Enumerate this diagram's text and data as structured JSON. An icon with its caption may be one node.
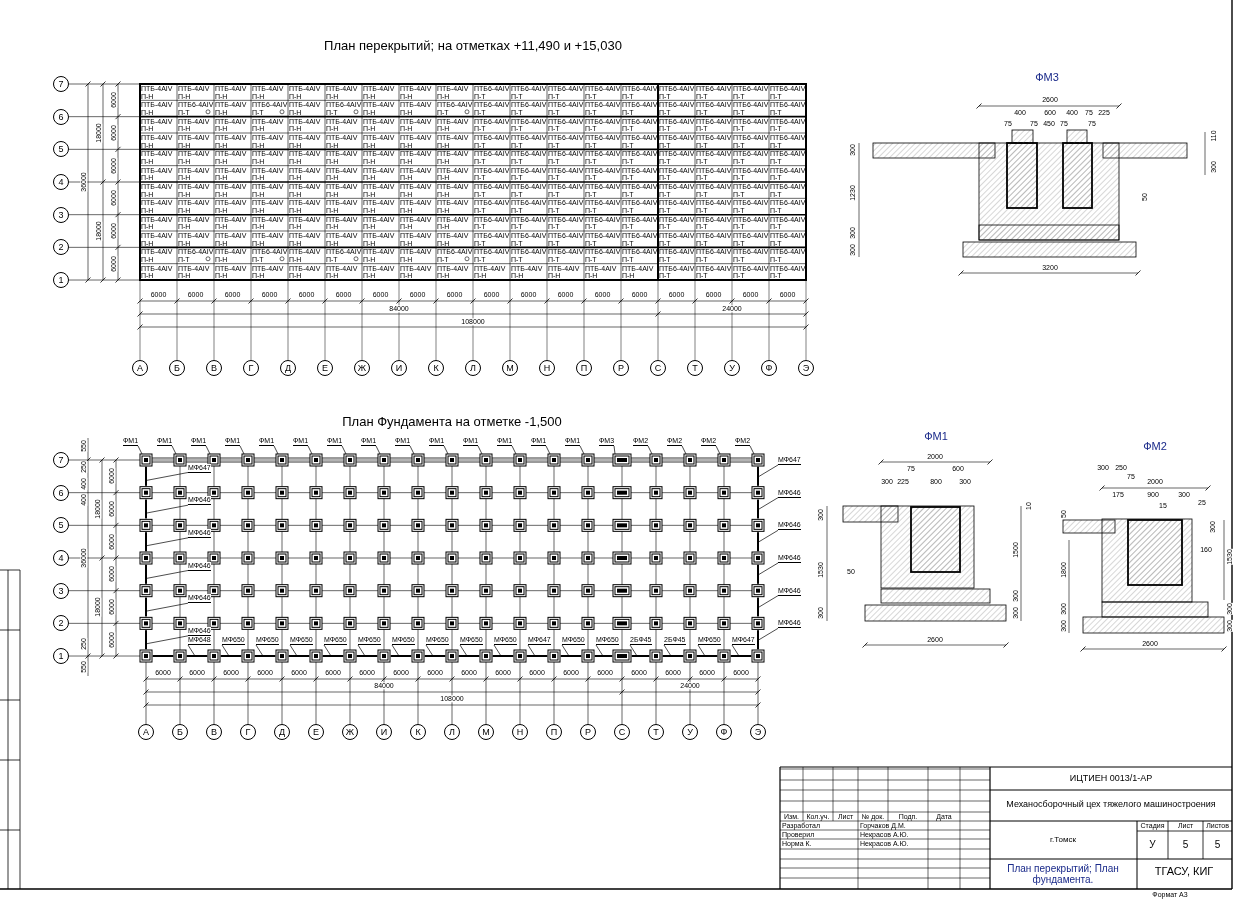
{
  "diagram": {
    "nodes": [
      {
        "text": [
          "7"
        ]
      },
      {
        "text": [
          "6"
        ]
      },
      {
        "text": [
          "5"
        ]
      },
      {
        "text": [
          "4"
        ]
      },
      {
        "text": [
          "3"
        ]
      },
      {
        "text": [
          "2"
        ]
      },
      {
        "text": [
          "1"
        ]
      },
      {
        "text": [
          "А"
        ]
      },
      {
        "text": [
          "Б"
        ]
      },
      {
        "text": [
          "В"
        ]
      },
      {
        "text": [
          "Г"
        ]
      },
      {
        "text": [
          "Д"
        ]
      },
      {
        "text": [
          "Е"
        ]
      },
      {
        "text": [
          "Ж"
        ]
      },
      {
        "text": [
          "И"
        ]
      },
      {
        "text": [
          "К"
        ]
      },
      {
        "text": [
          "Л"
        ]
      },
      {
        "text": [
          "М"
        ]
      },
      {
        "text": [
          "Н"
        ]
      },
      {
        "text": [
          "П"
        ]
      },
      {
        "text": [
          "Р"
        ]
      },
      {
        "text": [
          "С"
        ]
      },
      {
        "text": [
          "Т"
        ]
      },
      {
        "text": [
          "У"
        ]
      },
      {
        "text": [
          "Ф"
        ]
      },
      {
        "text": [
          "Э"
        ]
      },
      {
        "text": [
          "7"
        ]
      },
      {
        "text": [
          "6"
        ]
      },
      {
        "text": [
          "5"
        ]
      },
      {
        "text": [
          "4"
        ]
      },
      {
        "text": [
          "3"
        ]
      },
      {
        "text": [
          "2"
        ]
      },
      {
        "text": [
          "1"
        ]
      },
      {
        "text": [
          "А"
        ]
      },
      {
        "text": [
          "Б"
        ]
      },
      {
        "text": [
          "В"
        ]
      },
      {
        "text": [
          "Г"
        ]
      },
      {
        "text": [
          "Д"
        ]
      },
      {
        "text": [
          "Е"
        ]
      },
      {
        "text": [
          "Ж"
        ]
      },
      {
        "text": [
          "И"
        ]
      },
      {
        "text": [
          "К"
        ]
      },
      {
        "text": [
          "Л"
        ]
      },
      {
        "text": [
          "М"
        ]
      },
      {
        "text": [
          "Н"
        ]
      },
      {
        "text": [
          "П"
        ]
      },
      {
        "text": [
          "Р"
        ]
      },
      {
        "text": [
          "С"
        ]
      },
      {
        "text": [
          "Т"
        ]
      },
      {
        "text": [
          "У"
        ]
      },
      {
        "text": [
          "Ф"
        ]
      },
      {
        "text": [
          "Э"
        ]
      },
      {
        "text": [
          "ФМ1"
        ]
      },
      {
        "text": [
          "ФМ1"
        ]
      },
      {
        "text": [
          "ФМ1"
        ]
      },
      {
        "text": [
          "ФМ1"
        ]
      },
      {
        "text": [
          "ФМ1"
        ]
      },
      {
        "text": [
          "ФМ1"
        ]
      },
      {
        "text": [
          "ФМ1"
        ]
      },
      {
        "text": [
          "ФМ1"
        ]
      },
      {
        "text": [
          "ФМ1"
        ]
      },
      {
        "text": [
          "ФМ1"
        ]
      },
      {
        "text": [
          "ФМ1"
        ]
      },
      {
        "text": [
          "ФМ1"
        ]
      },
      {
        "text": [
          "ФМ1"
        ]
      },
      {
        "text": [
          "ФМ1"
        ]
      },
      {
        "text": [
          "ФМ3"
        ]
      },
      {
        "text": [
          "ФМ2"
        ]
      },
      {
        "text": [
          "ФМ2"
        ]
      },
      {
        "text": [
          "ФМ2"
        ]
      },
      {
        "text": [
          "ФМ2"
        ]
      },
      {
        "text": [
          "МФ647"
        ]
      },
      {
        "text": [
          "МФ646"
        ]
      },
      {
        "text": [
          "МФ646"
        ]
      },
      {
        "text": [
          "МФ646"
        ]
      },
      {
        "text": [
          "МФ646"
        ]
      },
      {
        "text": [
          "МФ646"
        ]
      },
      {
        "text": [
          "МФ647"
        ]
      },
      {
        "text": [
          "МФ646"
        ]
      },
      {
        "text": [
          "МФ646"
        ]
      },
      {
        "text": [
          "МФ646"
        ]
      },
      {
        "text": [
          "МФ646"
        ]
      },
      {
        "text": [
          "МФ646"
        ]
      },
      {
        "text": [
          "МФ648"
        ]
      },
      {
        "text": [
          "МФ650"
        ]
      },
      {
        "text": [
          "МФ650"
        ]
      },
      {
        "text": [
          "МФ650"
        ]
      },
      {
        "text": [
          "МФ650"
        ]
      },
      {
        "text": [
          "МФ650"
        ]
      },
      {
        "text": [
          "МФ650"
        ]
      },
      {
        "text": [
          "МФ650"
        ]
      },
      {
        "text": [
          "МФ650"
        ]
      },
      {
        "text": [
          "МФ650"
        ]
      },
      {
        "text": [
          "МФ647"
        ]
      },
      {
        "text": [
          "МФ650"
        ]
      },
      {
        "text": [
          "МФ650"
        ]
      },
      {
        "text": [
          "2БФ45"
        ]
      },
      {
        "text": [
          "2БФ45"
        ]
      },
      {
        "text": [
          "МФ650"
        ]
      },
      {
        "text": [
          "МФ647"
        ]
      },
      {
        "text": [],
        "shape": "box"
      },
      {
        "text": [],
        "shape": "box"
      },
      {
        "text": [],
        "shape": "box"
      },
      {
        "text": [],
        "shape": "box"
      },
      {
        "text": [],
        "shape": "box"
      },
      {
        "text": [],
        "shape": "box"
      },
      {
        "text": [],
        "shape": "box"
      },
      {
        "text": [],
        "shape": "box"
      },
      {
        "text": [],
        "shape": "box"
      },
      {
        "text": [],
        "shape": "box"
      },
      {
        "text": [],
        "shape": "box"
      },
      {
        "text": [],
        "shape": "box"
      },
      {
        "text": [],
        "shape": "box"
      },
      {
        "text": [],
        "shape": "box"
      },
      {
        "text": [],
        "shape": "box"
      },
      {
        "text": [],
        "shape": "box"
      },
      {
        "text": [],
        "shape": "box"
      },
      {
        "text": [],
        "shape": "box"
      },
      {
        "text": [],
        "shape": "box"
      },
      {
        "text": [],
        "shape": "bar"
      },
      {
        "text": [],
        "shape": "bar"
      },
      {
        "text": [],
        "shape": "bar"
      }
    ],
    "edges": [
      {
        "from": 52,
        "to": 100,
        "arrow": "none"
      },
      {
        "from": 53,
        "to": 101,
        "arrow": "none"
      },
      {
        "from": 54,
        "to": 102,
        "arrow": "none"
      },
      {
        "from": 55,
        "to": 103,
        "arrow": "none"
      },
      {
        "from": 56,
        "to": 104,
        "arrow": "none"
      },
      {
        "from": 57,
        "to": 105,
        "arrow": "none"
      },
      {
        "from": 58,
        "to": 106,
        "arrow": "none"
      },
      {
        "from": 59,
        "to": 107,
        "arrow": "none"
      },
      {
        "from": 60,
        "to": 108,
        "arrow": "none"
      },
      {
        "from": 61,
        "to": 109,
        "arrow": "none"
      },
      {
        "from": 62,
        "to": 110,
        "arrow": "none"
      },
      {
        "from": 63,
        "to": 111,
        "arrow": "none"
      },
      {
        "from": 64,
        "to": 112,
        "arrow": "none"
      },
      {
        "from": 65,
        "to": 113,
        "arrow": "none"
      },
      {
        "from": 66,
        "to": 114,
        "arrow": "none"
      },
      {
        "from": 67,
        "to": 115,
        "arrow": "none"
      },
      {
        "from": 68,
        "to": 116,
        "arrow": "none"
      },
      {
        "from": 69,
        "to": 117,
        "arrow": "none"
      },
      {
        "from": 70,
        "to": 118,
        "arrow": "none"
      },
      {
        "from": 71,
        "to": 119,
        "arrow": "none"
      },
      {
        "from": 72,
        "to": 119,
        "arrow": "none"
      },
      {
        "from": 73,
        "to": 119,
        "arrow": "none"
      },
      {
        "from": 74,
        "to": 119,
        "arrow": "none"
      },
      {
        "from": 75,
        "to": 119,
        "arrow": "none"
      },
      {
        "from": 76,
        "to": 119,
        "arrow": "none"
      },
      {
        "from": 77,
        "to": 120,
        "arrow": "none"
      },
      {
        "from": 78,
        "to": 120,
        "arrow": "none"
      },
      {
        "from": 79,
        "to": 120,
        "arrow": "none"
      },
      {
        "from": 80,
        "to": 120,
        "arrow": "none"
      },
      {
        "from": 81,
        "to": 120,
        "arrow": "none"
      },
      {
        "from": 82,
        "to": 120,
        "arrow": "none"
      },
      {
        "from": 83,
        "to": 121,
        "arrow": "none"
      },
      {
        "from": 84,
        "to": 121,
        "arrow": "none"
      },
      {
        "from": 85,
        "to": 121,
        "arrow": "none"
      },
      {
        "from": 86,
        "to": 121,
        "arrow": "none"
      },
      {
        "from": 87,
        "to": 121,
        "arrow": "none"
      },
      {
        "from": 88,
        "to": 121,
        "arrow": "none"
      },
      {
        "from": 89,
        "to": 121,
        "arrow": "none"
      },
      {
        "from": 90,
        "to": 121,
        "arrow": "none"
      },
      {
        "from": 91,
        "to": 121,
        "arrow": "none"
      },
      {
        "from": 92,
        "to": 121,
        "arrow": "none"
      },
      {
        "from": 93,
        "to": 121,
        "arrow": "none"
      },
      {
        "from": 94,
        "to": 121,
        "arrow": "none"
      },
      {
        "from": 95,
        "to": 121,
        "arrow": "none"
      },
      {
        "from": 96,
        "to": 121,
        "arrow": "none"
      },
      {
        "from": 97,
        "to": 121,
        "arrow": "none"
      },
      {
        "from": 98,
        "to": 121,
        "arrow": "none"
      },
      {
        "from": 99,
        "to": 121,
        "arrow": "none"
      }
    ],
    "labels": [
      "План перекрытий; на отметках +11,490 и +15,030",
      "6000",
      "6000",
      "6000",
      "6000",
      "6000",
      "6000",
      "18000",
      "18000",
      "36000",
      "ПТБ-4АIV П-Н",
      "ПТБ-4АIV П-Н",
      "ПТБ-4АIV П-Н",
      "ПТБ-4АIV П-Н",
      "ПТБ-4АIV П-Н",
      "ПТБ-4АIV П-Н",
      "ПТБ-4АIV П-Н",
      "ПТБ-4АIV П-Н",
      "ПТБ-4АIV П-Н",
      "ПТБ6-4АIV П-Т",
      "ПТБ6-4АIV П-Т",
      "ПТБ6-4АIV П-Т",
      "ПТБ6-4АIV П-Т",
      "ПТБ6-4АIV П-Т",
      "ПТБ6-4АIV П-Т",
      "ПТБ6-4АIV П-Т",
      "ПТБ6-4АIV П-Т",
      "ПТБ6-4АIV П-Т",
      "ПТБ-4АIV П-Н",
      "ПТБ6-4АIV П-Т",
      "ПТБ-4АIV П-Н",
      "ПТБ6-4АIV П-Т",
      "ПТБ-4АIV П-Н",
      "ПТБ6-4АIV П-Т",
      "ПТБ-4АIV П-Н",
      "ПТБ-4АIV П-Н",
      "ПТБ6-4АIV П-Т",
      "ПТБ6-4АIV П-Т",
      "ПТБ6-4АIV П-Т",
      "ПТБ6-4АIV П-Т",
      "ПТБ6-4АIV П-Т",
      "ПТБ6-4АIV П-Т",
      "ПТБ6-4АIV П-Т",
      "ПТБ6-4АIV П-Т",
      "ПТБ6-4АIV П-Т",
      "ПТБ6-4АIV П-Т",
      "ПТБ-4АIV П-Н",
      "ПТБ-4АIV П-Н",
      "ПТБ-4АIV П-Н",
      "ПТБ-4АIV П-Н",
      "ПТБ-4АIV П-Н",
      "ПТБ-4АIV П-Н",
      "ПТБ-4АIV П-Н",
      "ПТБ-4АIV П-Н",
      "ПТБ-4АIV П-Н",
      "ПТБ6-4АIV П-Т",
      "ПТБ6-4АIV П-Т",
      "ПТБ6-4АIV П-Т",
      "ПТБ6-4АIV П-Т",
      "ПТБ6-4АIV П-Т",
      "ПТБ6-4АIV П-Т",
      "ПТБ6-4АIV П-Т",
      "ПТБ6-4АIV П-Т",
      "ПТБ6-4АIV П-Т",
      "ПТБ-4АIV П-Н",
      "ПТБ-4АIV П-Н",
      "ПТБ-4АIV П-Н",
      "ПТБ-4АIV П-Н",
      "ПТБ-4АIV П-Н",
      "ПТБ-4АIV П-Н",
      "ПТБ-4АIV П-Н",
      "ПТБ-4АIV П-Н",
      "ПТБ-4АIV П-Н",
      "ПТБ6-4АIV П-Т",
      "ПТБ6-4АIV П-Т",
      "ПТБ6-4АIV П-Т",
      "ПТБ6-4АIV П-Т",
      "ПТБ6-4АIV П-Т",
      "ПТБ6-4АIV П-Т",
      "ПТБ6-4АIV П-Т",
      "ПТБ6-4АIV П-Т",
      "ПТБ6-4АIV П-Т",
      "ПТБ-4АIV П-Н",
      "ПТБ-4АIV П-Н",
      "ПТБ-4АIV П-Н",
      "ПТБ-4АIV П-Н",
      "ПТБ-4АIV П-Н",
      "ПТБ-4АIV П-Н",
      "ПТБ-4АIV П-Н",
      "ПТБ-4АIV П-Н",
      "ПТБ-4АIV П-Н",
      "ПТБ6-4АIV П-Т",
      "ПТБ6-4АIV П-Т",
      "ПТБ6-4АIV П-Т",
      "ПТБ6-4АIV П-Т",
      "ПТБ6-4АIV П-Т",
      "ПТБ6-4АIV П-Т",
      "ПТБ6-4АIV П-Т",
      "ПТБ6-4АIV П-Т",
      "ПТБ6-4АIV П-Т",
      "ПТБ-4АIV П-Н",
      "ПТБ-4АIV П-Н",
      "ПТБ-4АIV П-Н",
      "ПТБ-4АIV П-Н",
      "ПТБ-4АIV П-Н",
      "ПТБ-4АIV П-Н",
      "ПТБ-4АIV П-Н",
      "ПТБ-4АIV П-Н",
      "ПТБ-4АIV П-Н",
      "ПТБ6-4АIV П-Т",
      "ПТБ6-4АIV П-Т",
      "ПТБ6-4АIV П-Т",
      "ПТБ6-4АIV П-Т",
      "ПТБ6-4АIV П-Т",
      "ПТБ6-4АIV П-Т",
      "ПТБ6-4АIV П-Т",
      "ПТБ6-4АIV П-Т",
      "ПТБ6-4АIV П-Т",
      "ПТБ-4АIV П-Н",
      "ПТБ-4АIV П-Н",
      "ПТБ-4АIV П-Н",
      "ПТБ-4АIV П-Н",
      "ПТБ-4АIV П-Н",
      "ПТБ-4АIV П-Н",
      "ПТБ-4АIV П-Н",
      "ПТБ-4АIV П-Н",
      "ПТБ-4АIV П-Н",
      "ПТБ6-4АIV П-Т",
      "ПТБ6-4АIV П-Т",
      "ПТБ6-4АIV П-Т",
      "ПТБ6-4АIV П-Т",
      "ПТБ6-4АIV П-Т",
      "ПТБ6-4АIV П-Т",
      "ПТБ6-4АIV П-Т",
      "ПТБ6-4АIV П-Т",
      "ПТБ6-4АIV П-Т",
      "ПТБ-4АIV П-Н",
      "ПТБ-4АIV П-Н",
      "ПТБ-4АIV П-Н",
      "ПТБ-4АIV П-Н",
      "ПТБ-4АIV П-Н",
      "ПТБ-4АIV П-Н",
      "ПТБ-4АIV П-Н",
      "ПТБ-4АIV П-Н",
      "ПТБ-4АIV П-Н",
      "ПТБ6-4АIV П-Т",
      "ПТБ6-4АIV П-Т",
      "ПТБ6-4АIV П-Т",
      "ПТБ6-4АIV П-Т",
      "ПТБ6-4АIV П-Т",
      "ПТБ6-4АIV П-Т",
      "ПТБ6-4АIV П-Т",
      "ПТБ6-4АIV П-Т",
      "ПТБ6-4АIV П-Т",
      "ПТБ-4АIV П-Н",
      "ПТБ-4АIV П-Н",
      "ПТБ-4АIV П-Н",
      "ПТБ-4АIV П-Н",
      "ПТБ-4АIV П-Н",
      "ПТБ-4АIV П-Н",
      "ПТБ-4АIV П-Н",
      "ПТБ-4АIV П-Н",
      "ПТБ-4АIV П-Н",
      "ПТБ6-4АIV П-Т",
      "ПТБ6-4АIV П-Т",
      "ПТБ6-4АIV П-Т",
      "ПТБ6-4АIV П-Т",
      "ПТБ6-4АIV П-Т",
      "ПТБ6-4АIV П-Т",
      "ПТБ6-4АIV П-Т",
      "ПТБ6-4АIV П-Т",
      "ПТБ6-4АIV П-Т",
      "ПТБ-4АIV П-Н",
      "ПТБ-4АIV П-Н",
      "ПТБ-4АIV П-Н",
      "ПТБ-4АIV П-Н",
      "ПТБ-4АIV П-Н",
      "ПТБ-4АIV П-Н",
      "ПТБ-4АIV П-Н",
      "ПТБ-4АIV П-Н",
      "ПТБ-4АIV П-Н",
      "ПТБ6-4АIV П-Т",
      "ПТБ6-4АIV П-Т",
      "ПТБ6-4АIV П-Т",
      "ПТБ6-4АIV П-Т",
      "ПТБ6-4АIV П-Т",
      "ПТБ6-4АIV П-Т",
      "ПТБ6-4АIV П-Т",
      "ПТБ6-4АIV П-Т",
      "ПТБ6-4АIV П-Т",
      "ПТБ-4АIV П-Н",
      "ПТБ6-4АIV П-Т",
      "ПТБ-4АIV П-Н",
      "ПТБ6-4АIV П-Т",
      "ПТБ-4АIV П-Н",
      "ПТБ6-4АIV П-Т",
      "ПТБ-4АIV П-Н",
      "ПТБ-4АIV П-Н",
      "ПТБ6-4АIV П-Т",
      "ПТБ6-4АIV П-Т",
      "ПТБ6-4АIV П-Т",
      "ПТБ6-4АIV П-Т",
      "ПТБ6-4АIV П-Т",
      "ПТБ6-4АIV П-Т",
      "ПТБ6-4АIV П-Т",
      "ПТБ6-4АIV П-Т",
      "ПТБ6-4АIV П-Т",
      "ПТБ6-4АIV П-Т",
      "ПТБ-4АIV П-Н",
      "ПТБ-4АIV П-Н",
      "ПТБ-4АIV П-Н",
      "ПТБ-4АIV П-Н",
      "ПТБ-4АIV П-Н",
      "ПТБ-4АIV П-Н",
      "ПТБ-4АIV П-Н",
      "ПТБ-4АIV П-Н",
      "ПТБ-4АIV П-Н",
      "ПТБ-4АIV П-Н",
      "ПТБ-4АIV П-Н",
      "ПТБ-4АIV П-Н",
      "ПТБ-4АIV П-Н",
      "ПТБ-4АIV П-Н",
      "ПТБ6-4АIV П-Т",
      "ПТБ6-4АIV П-Т",
      "ПТБ6-4АIV П-Т",
      "ПТБ6-4АIV П-Т",
      "6000",
      "6000",
      "6000",
      "6000",
      "6000",
      "6000",
      "6000",
      "6000",
      "6000",
      "6000",
      "6000",
      "6000",
      "6000",
      "6000",
      "6000",
      "6000",
      "6000",
      "6000",
      "84000",
      "24000",
      "108000",
      "План Фундамента на отметке -1,500",
      "550",
      "250",
      "400",
      "400",
      "250",
      "550",
      "6000",
      "6000",
      "6000",
      "6000",
      "6000",
      "6000",
      "18000",
      "18000",
      "36000",
      "6000",
      "6000",
      "6000",
      "6000",
      "6000",
      "6000",
      "6000",
      "6000",
      "6000",
      "6000",
      "6000",
      "6000",
      "6000",
      "6000",
      "6000",
      "6000",
      "6000",
      "6000",
      "84000",
      "24000",
      "108000",
      "ФМ3",
      "2600",
      "400",
      "600",
      "400",
      "75",
      "225",
      "75",
      "75",
      "450",
      "75",
      "75",
      "110",
      "300",
      "300",
      "1230",
      "50",
      "300",
      "300",
      "3200",
      "ФМ1",
      "2000",
      "75",
      "600",
      "300",
      "225",
      "800",
      "300",
      "10",
      "300",
      "1530",
      "1500",
      "50",
      "300",
      "300",
      "300",
      "2600",
      "ФМ2",
      "300",
      "250",
      "75",
      "2000",
      "175",
      "900",
      "300",
      "15",
      "25",
      "50",
      "300",
      "160",
      "1800",
      "1530",
      "300",
      "300",
      "300",
      "300",
      "2600",
      "ИЦТИЕН 0013/1-АР",
      "Механосборочный цех тяжелого машиностроения",
      "Изм.",
      "Кол.уч.",
      "Лист",
      "№ док.",
      "Подп.",
      "Дата",
      "Разработал",
      "Горчаков Д.М.",
      "Стадия",
      "Лист",
      "Листов",
      "Проверил",
      "Некрасов А.Ю.",
      "г.Томск",
      "Норма К.",
      "Некрасов А.Ю.",
      "У",
      "5",
      "5",
      "План перекрытий; План фундамента.",
      "ТГАСУ, КИГ",
      "Формат А3"
    ]
  }
}
